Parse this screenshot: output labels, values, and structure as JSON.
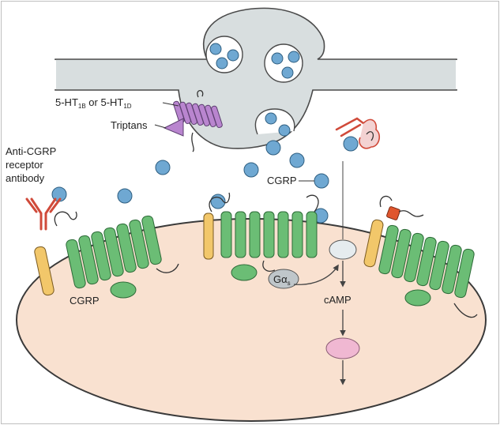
{
  "diagram": {
    "labels": {
      "receptor_5ht": "5-HT",
      "sub_1b": "1B",
      "or_text": " or 5-HT",
      "sub_1d": "1D",
      "triptans": "Triptans",
      "anti_cgrp_line1": "Anti-CGRP",
      "anti_cgrp_line2": "receptor",
      "anti_cgrp_line3": "antibody",
      "cgrp_left": "CGRP",
      "cgrp_center": "CGRP",
      "g_alpha": "Gα",
      "g_alpha_sub": "s",
      "camp": "cAMP"
    },
    "colors": {
      "cell": "#f9e1d0",
      "neuron": "#d8dedf",
      "vesicle": "#6fa8d2",
      "receptor_green": "#6bbd75",
      "ramp_yellow": "#f2c76a",
      "triptan_purple": "#b985cf",
      "antibody_red": "#d04a3a",
      "enzyme_pink": "#f0b8d2",
      "ac_white": "#e6ecef",
      "blocker_orange": "#e0562e"
    }
  }
}
